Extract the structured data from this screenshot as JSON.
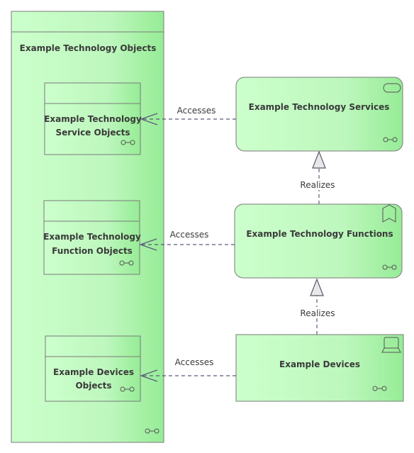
{
  "diagram": {
    "container": {
      "label": "Example Technology Objects"
    },
    "objects": {
      "service_objects": {
        "line1": "Example Technology",
        "line2": "Service Objects"
      },
      "function_objects": {
        "line1": "Example Technology",
        "line2": "Function Objects"
      },
      "device_objects": {
        "line1": "Example Devices",
        "line2": "Objects"
      }
    },
    "nodes": {
      "services": {
        "label": "Example Technology Services"
      },
      "functions": {
        "label": "Example Technology Functions"
      },
      "devices": {
        "label": "Example Devices"
      }
    },
    "edges": {
      "accesses_services": {
        "label": "Accesses"
      },
      "accesses_functions": {
        "label": "Accesses"
      },
      "accesses_devices": {
        "label": "Accesses"
      },
      "realizes_services": {
        "label": "Realizes"
      },
      "realizes_functions": {
        "label": "Realizes"
      }
    },
    "colors": {
      "fill_light": "#ccffcc",
      "fill_dark": "#99ee99",
      "border": "#7a7a7a",
      "edge": "#5a5a7a",
      "text": "#3a3a3a"
    }
  }
}
